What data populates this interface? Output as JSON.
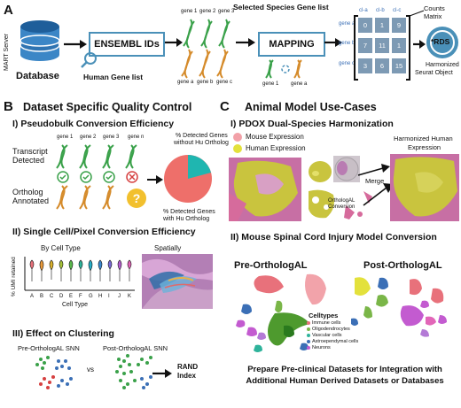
{
  "panel_a": {
    "letter": "A",
    "mart_server": "MART Server",
    "database": "Database",
    "ensembl_ids": "ENSEMBL IDs",
    "human_gene_list": "Human Gene list",
    "selected_species_gene_list": "Selected Species Gene list",
    "species_genes": [
      "gene 1",
      "gene 2",
      "gene 3"
    ],
    "human_genes": [
      "gene a",
      "gene b",
      "gene c"
    ],
    "mapping": "MAPPING",
    "mapping_genes": [
      "gene 1",
      "gene a"
    ],
    "matrix_cols": [
      "cl-a",
      "cl-b",
      "cl-c"
    ],
    "matrix_rows": [
      "gene a",
      "gene b",
      "gene c"
    ],
    "matrix_values": [
      [
        "0",
        "1",
        "9"
      ],
      [
        "7",
        "11",
        "1"
      ],
      [
        "3",
        "6",
        "15"
      ]
    ],
    "counts_matrix": "Counts Matrix",
    "rds": "*RDS",
    "harmonized_line1": "Harmonized",
    "harmonized_line2": "Seurat Object"
  },
  "panel_b": {
    "letter": "B",
    "title": "Dataset Specific Quality Control",
    "sub1": "I)  Pseudobulk Conversion Efficiency",
    "genes": [
      "gene 1",
      "gene 2",
      "gene 3",
      "gene n"
    ],
    "transcript_detected_1": "Transcript",
    "transcript_detected_2": "Detected",
    "ortholog_annotated_1": "Ortholog",
    "ortholog_annotated_2": "Annotated",
    "pie_without_1": "% Detected Genes",
    "pie_without_2": "without Hu Ortholog",
    "pie_with_1": "% Detected Genes",
    "pie_with_2": "with Hu Ortholog",
    "pie_colors": {
      "with": "#ee6f6a",
      "without": "#1fb6b0"
    },
    "sub2": "II)  Single Cell/Pixel Conversion Efficiency",
    "by_cell_type": "By Cell Type",
    "spatially": "Spatially",
    "y_axis": "% UMI retained",
    "cell_types": [
      "A",
      "B",
      "C",
      "D",
      "E",
      "F",
      "G",
      "H",
      "I",
      "J",
      "K"
    ],
    "x_axis": "Cell Type",
    "sub3": "III)  Effect on Clustering",
    "pre_snn": "Pre-OrthologAL SNN",
    "vs": "vs",
    "post_snn": "Post-OrthologAL SNN",
    "rand_1": "RAND",
    "rand_2": "Index"
  },
  "panel_c": {
    "letter": "C",
    "title": "Animal Model Use-Cases",
    "sub1": "I)  PDOX Dual-Species Harmonization",
    "mouse_expression": "Mouse Expression",
    "human_expression": "Human Expression",
    "harmonized_1": "Harmonized Human",
    "harmonized_2": "Expression",
    "merge": "Merge",
    "orthologal_1": "OrthologAL",
    "orthologal_2": "Conversion",
    "sub2": "II)  Mouse Spinal Cord Injury Model Conversion",
    "pre": "Pre-OrthologAL",
    "post": "Post-OrthologAL",
    "celltypes_title": "Celltypes",
    "celltypes": [
      "Immune cells",
      "Oligodendrocytes",
      "Vascular cells",
      "Astroependymal cells",
      "Neurons"
    ],
    "celltype_colors": [
      "#e8717b",
      "#7ab648",
      "#2eb39b",
      "#3b6fb6",
      "#c35bd0"
    ],
    "footer_1": "Prepare Pre-clinical Datasets for Integration with",
    "footer_2": "Additional Human Derived Datasets or Databases"
  }
}
